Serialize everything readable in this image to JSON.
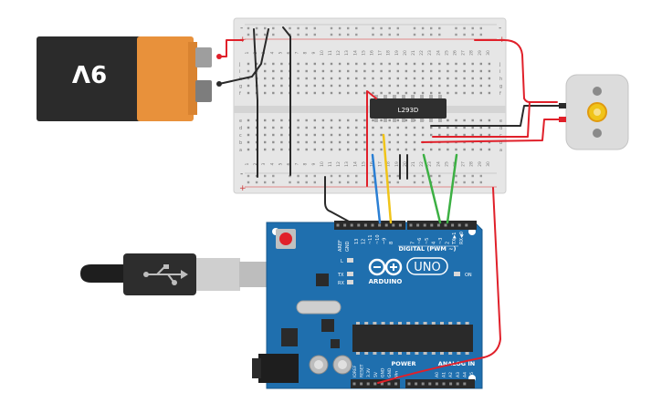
{
  "battery": {
    "label": "9V"
  },
  "driver_chip": {
    "label": "L293D"
  },
  "arduino": {
    "model_badge": "UNO",
    "brand": "ARDUINO",
    "digital_header_label": "DIGITAL (PWM ~)",
    "power_label": "POWER",
    "analog_label": "ANALOG IN",
    "on_label": "ON",
    "led_l": "L",
    "led_tx": "TX",
    "led_rx": "RX",
    "aref": "AREF",
    "gnd": "GND",
    "digital_pins": [
      "13",
      "12",
      "~11",
      "~10",
      "~9",
      "8",
      "7",
      "~6",
      "~5",
      "4",
      "~3",
      "2",
      "TX▶1",
      "RX◀0"
    ],
    "power_pins": [
      "IOREF",
      "RESET",
      "3.3V",
      "5V",
      "GND",
      "GND",
      "Vin"
    ],
    "analog_pins": [
      "A0",
      "A1",
      "A2",
      "A3",
      "A4",
      "A5"
    ]
  },
  "breadboard": {
    "column_numbers": [
      "1",
      "2",
      "3",
      "4",
      "5",
      "6",
      "7",
      "8",
      "9",
      "10",
      "11",
      "12",
      "13",
      "14",
      "15",
      "16",
      "17",
      "18",
      "19",
      "20",
      "21",
      "22",
      "23",
      "24",
      "25",
      "26",
      "27",
      "28",
      "29",
      "30"
    ],
    "row_letters_top": [
      "j",
      "i",
      "h",
      "g",
      "f"
    ],
    "row_letters_bottom": [
      "e",
      "d",
      "c",
      "b",
      "a"
    ],
    "rail_minus": "-",
    "rail_plus": "+"
  },
  "colors": {
    "wire_red": "#e0202a",
    "wire_black": "#2a2a2a",
    "wire_green": "#3cb043",
    "wire_blue": "#2a7fd4",
    "wire_yellow": "#f0c419",
    "board_blue": "#1f6fae",
    "breadboard": "#e6e6e6",
    "battery_orange": "#e8913b",
    "battery_black": "#2b2b2b"
  }
}
